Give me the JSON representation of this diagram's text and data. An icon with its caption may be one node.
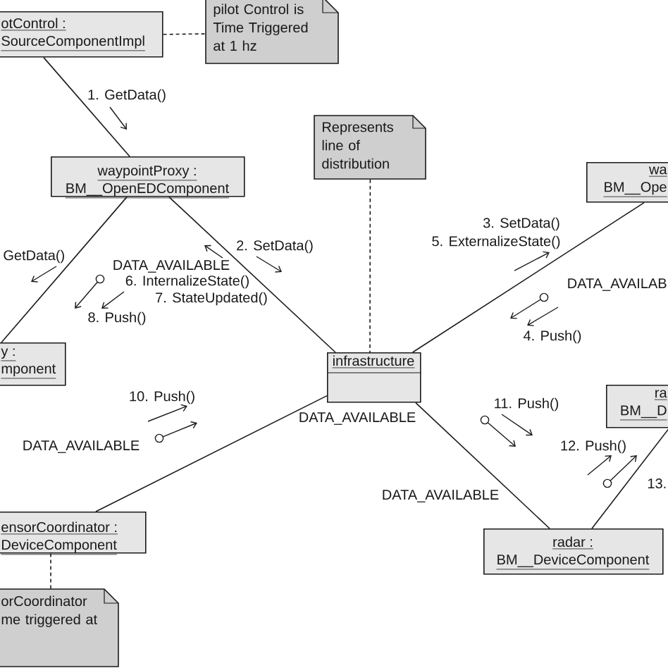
{
  "diagram": {
    "nodes": [
      {
        "text": [
          "otControl :",
          "SourceComponentImpl"
        ]
      },
      {
        "text": [
          "pilot Control is Time Triggered at 1 hz"
        ]
      },
      {
        "text": [
          "Represents line of distribution"
        ]
      },
      {
        "text": [
          "waypointProxy :",
          "BM__OpenEDComponent"
        ]
      },
      {
        "text": [
          "wa",
          "BM__Ope"
        ]
      },
      {
        "text": [
          "y :",
          "mponent"
        ]
      },
      {
        "text": [
          "infrastructure"
        ]
      },
      {
        "text": [
          "ra",
          "BM__D"
        ]
      },
      {
        "text": [
          "ensorCoordinator :",
          "DeviceComponent"
        ]
      },
      {
        "text": [
          "orCoordinator me triggered at"
        ]
      },
      {
        "text": [
          "radar :",
          "BM__DeviceComponent"
        ]
      }
    ],
    "edges": [
      {
        "from": 0,
        "to": 3,
        "arrow": "none"
      },
      {
        "from": 3,
        "to": 5,
        "arrow": "none"
      },
      {
        "from": 3,
        "to": 6,
        "arrow": "none"
      },
      {
        "from": 6,
        "to": 4,
        "arrow": "none"
      },
      {
        "from": 6,
        "to": 8,
        "arrow": "none"
      },
      {
        "from": 6,
        "to": 10,
        "arrow": "none"
      },
      {
        "from": 10,
        "to": 7,
        "arrow": "none"
      },
      {
        "from": 0,
        "to": 1,
        "arrow": "none",
        "style": "dashed"
      },
      {
        "from": 2,
        "to": 6,
        "arrow": "none",
        "style": "dashed"
      },
      {
        "from": 8,
        "to": 9,
        "arrow": "none",
        "style": "dashed"
      }
    ],
    "labels": [
      "1. GetData()",
      "2. SetData()",
      "3. SetData()",
      "5. ExternalizeState()",
      "GetData()",
      "DATA_AVAILABLE",
      "6. InternalizeState()",
      "DATA_AVAILAB",
      "7. StateUpdated()",
      "8. Push()",
      "4. Push()",
      "10. Push()",
      "11. Push()",
      "DATA_AVAILABLE",
      "DATA_AVAILABLE",
      "12. Push()",
      "13.",
      "DATA_AVAILABLE"
    ]
  }
}
